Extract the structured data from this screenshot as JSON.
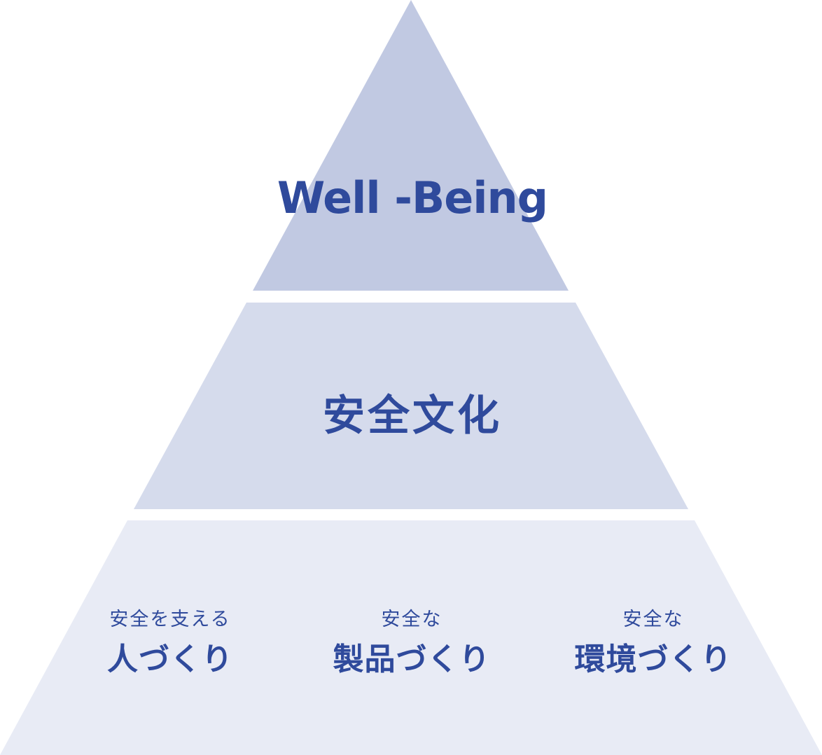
{
  "colors": {
    "top": "#c1c9e2",
    "middle": "#d5dbec",
    "bottom": "#e8ebf5",
    "text": "#2f4a9c"
  },
  "pyramid": {
    "top": {
      "label": "Well -Being"
    },
    "middle": {
      "label": "安全文化"
    },
    "bottom": {
      "items": [
        {
          "sub": "安全を支える",
          "main": "人づくり"
        },
        {
          "sub": "安全な",
          "main": "製品づくり"
        },
        {
          "sub": "安全な",
          "main": "環境づくり"
        }
      ]
    }
  }
}
